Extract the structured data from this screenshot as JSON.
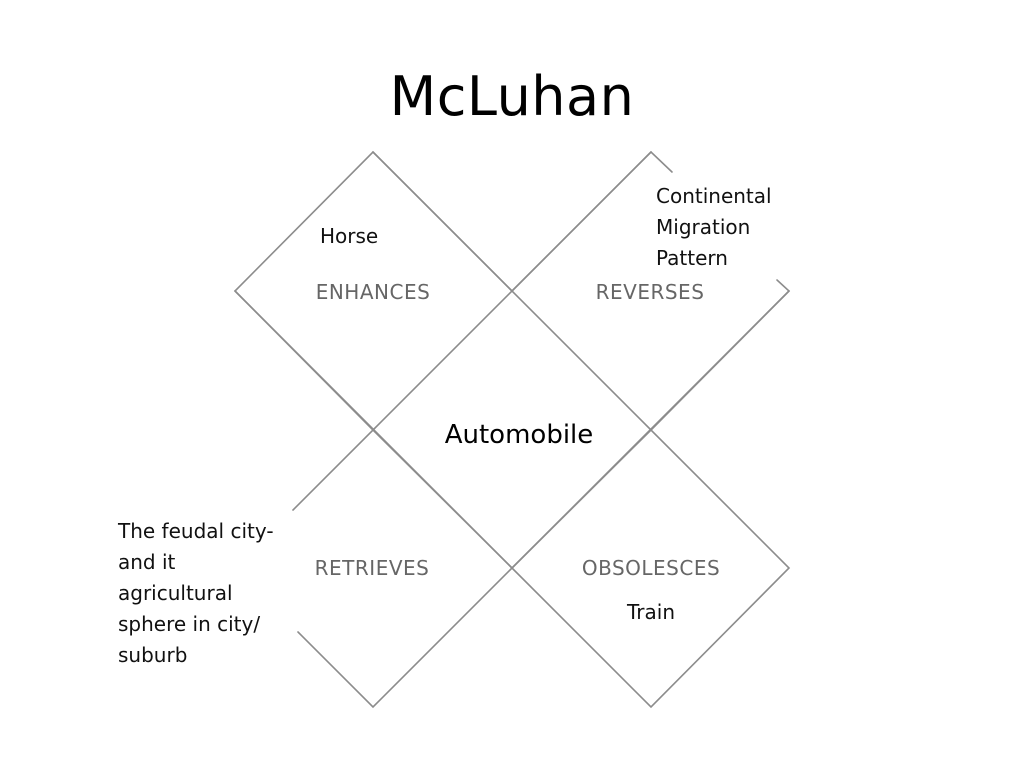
{
  "slide": {
    "title": "McLuhan"
  },
  "tetrad": {
    "medium": "Automobile",
    "line_color": "#8c8c8c",
    "label_color": "#666666",
    "quadrants": {
      "enhances": {
        "label": "ENHANCES",
        "item": "Horse"
      },
      "reverses": {
        "label": "REVERSES",
        "item": "Continental\nMigration\nPattern"
      },
      "retrieves": {
        "label": "RETRIEVES",
        "item": "The feudal city-\nand it\nagricultural\nsphere in city/\nsuburb"
      },
      "obsolesces": {
        "label": "OBSOLESCES",
        "item": "Train"
      }
    }
  }
}
